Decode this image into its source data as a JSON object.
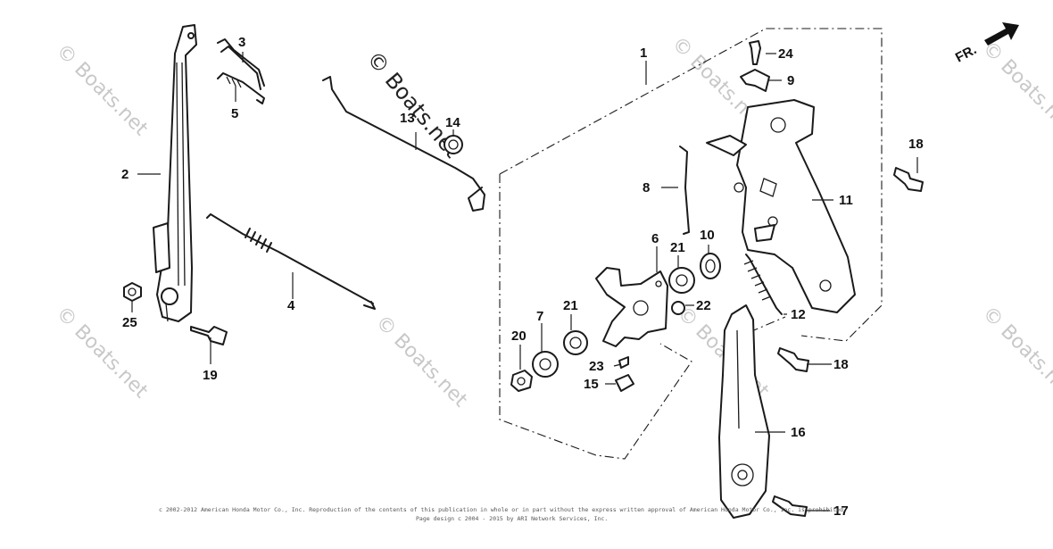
{
  "watermark": {
    "text": "© Boats.net",
    "main_text": "© Boats.net"
  },
  "direction": {
    "label": "FR."
  },
  "callouts": {
    "c1": "1",
    "c2": "2",
    "c3": "3",
    "c4": "4",
    "c5": "5",
    "c6": "6",
    "c7": "7",
    "c8": "8",
    "c9": "9",
    "c10": "10",
    "c11": "11",
    "c12": "12",
    "c13": "13",
    "c14": "14",
    "c15": "15",
    "c16": "16",
    "c17": "17",
    "c18a": "18",
    "c18b": "18",
    "c19": "19",
    "c20": "20",
    "c21a": "21",
    "c21b": "21",
    "c22": "22",
    "c23": "23",
    "c24": "24",
    "c25": "25"
  },
  "footer": {
    "line1": "c 2002-2012 American Honda Motor Co., Inc. Reproduction of the contents of this publication in whole or in part without the express written approval of American Honda Motor Co., Inc. is prohibited",
    "line2": "Page design c 2004 - 2015 by ARI Network Services, Inc."
  },
  "colors": {
    "ink": "#1a1a1a",
    "watermark": "#c8c8c8",
    "background": "#ffffff"
  }
}
